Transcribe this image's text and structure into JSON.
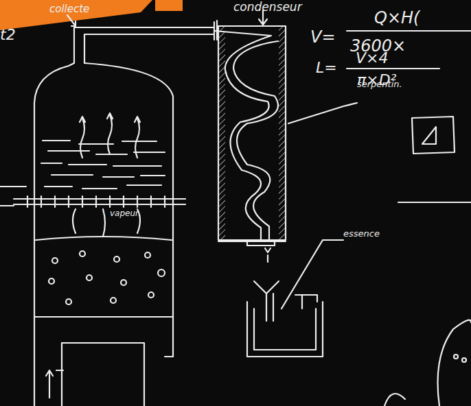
{
  "diagram": {
    "labels": [
      "collecte",
      "condenseur",
      "V=",
      "Q×H(",
      "3600×",
      "L=",
      "V×4",
      "π×D²",
      "serpentin.",
      "vapeur.",
      "essence",
      "t2"
    ]
  }
}
